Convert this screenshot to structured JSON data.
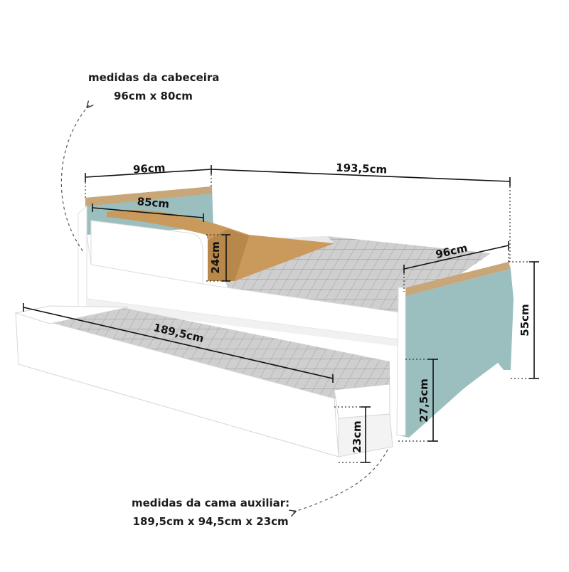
{
  "headboard_note": {
    "title": "medidas da cabeceira",
    "value": "96cm x 80cm"
  },
  "trundle_note": {
    "title": "medidas da cama auxiliar:",
    "value": "189,5cm x 94,5cm x 23cm"
  },
  "dimensions": {
    "headboard_width": "96cm",
    "bed_length": "193,5cm",
    "guard_width": "85cm",
    "guard_height": "24cm",
    "footboard_width": "96cm",
    "bed_height": "55cm",
    "trundle_length": "189,5cm",
    "trundle_clearance": "27,5cm",
    "trundle_height": "23cm"
  },
  "colors": {
    "panel_white": "#ffffff",
    "panel_blue": "#9bbfbf",
    "wood_top": "#c9a677",
    "blanket": "#c99a5b",
    "mattress": "#cfcfcf"
  }
}
